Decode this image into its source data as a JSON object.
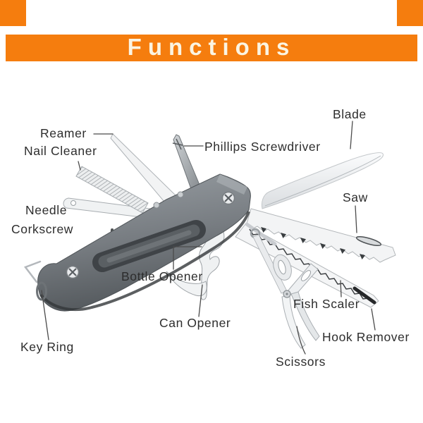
{
  "banner": {
    "title": "Functions"
  },
  "theme": {
    "accent": "#F57D0E",
    "banner_text": "#FBF4E2",
    "label_color": "#2D2D2D",
    "background": "#FFFFFF"
  },
  "labels": {
    "reamer": "Reamer",
    "nail_cleaner": "Nail Cleaner",
    "phillips_screwdriver": "Phillips Screwdriver",
    "blade": "Blade",
    "needle": "Needle",
    "corkscrew": "Corkscrew",
    "saw": "Saw",
    "bottle_opener": "Bottle Opener",
    "can_opener": "Can Opener",
    "fish_scaler": "Fish Scaler",
    "hook_remover": "Hook Remover",
    "scissors": "Scissors",
    "key_ring": "Key Ring"
  }
}
